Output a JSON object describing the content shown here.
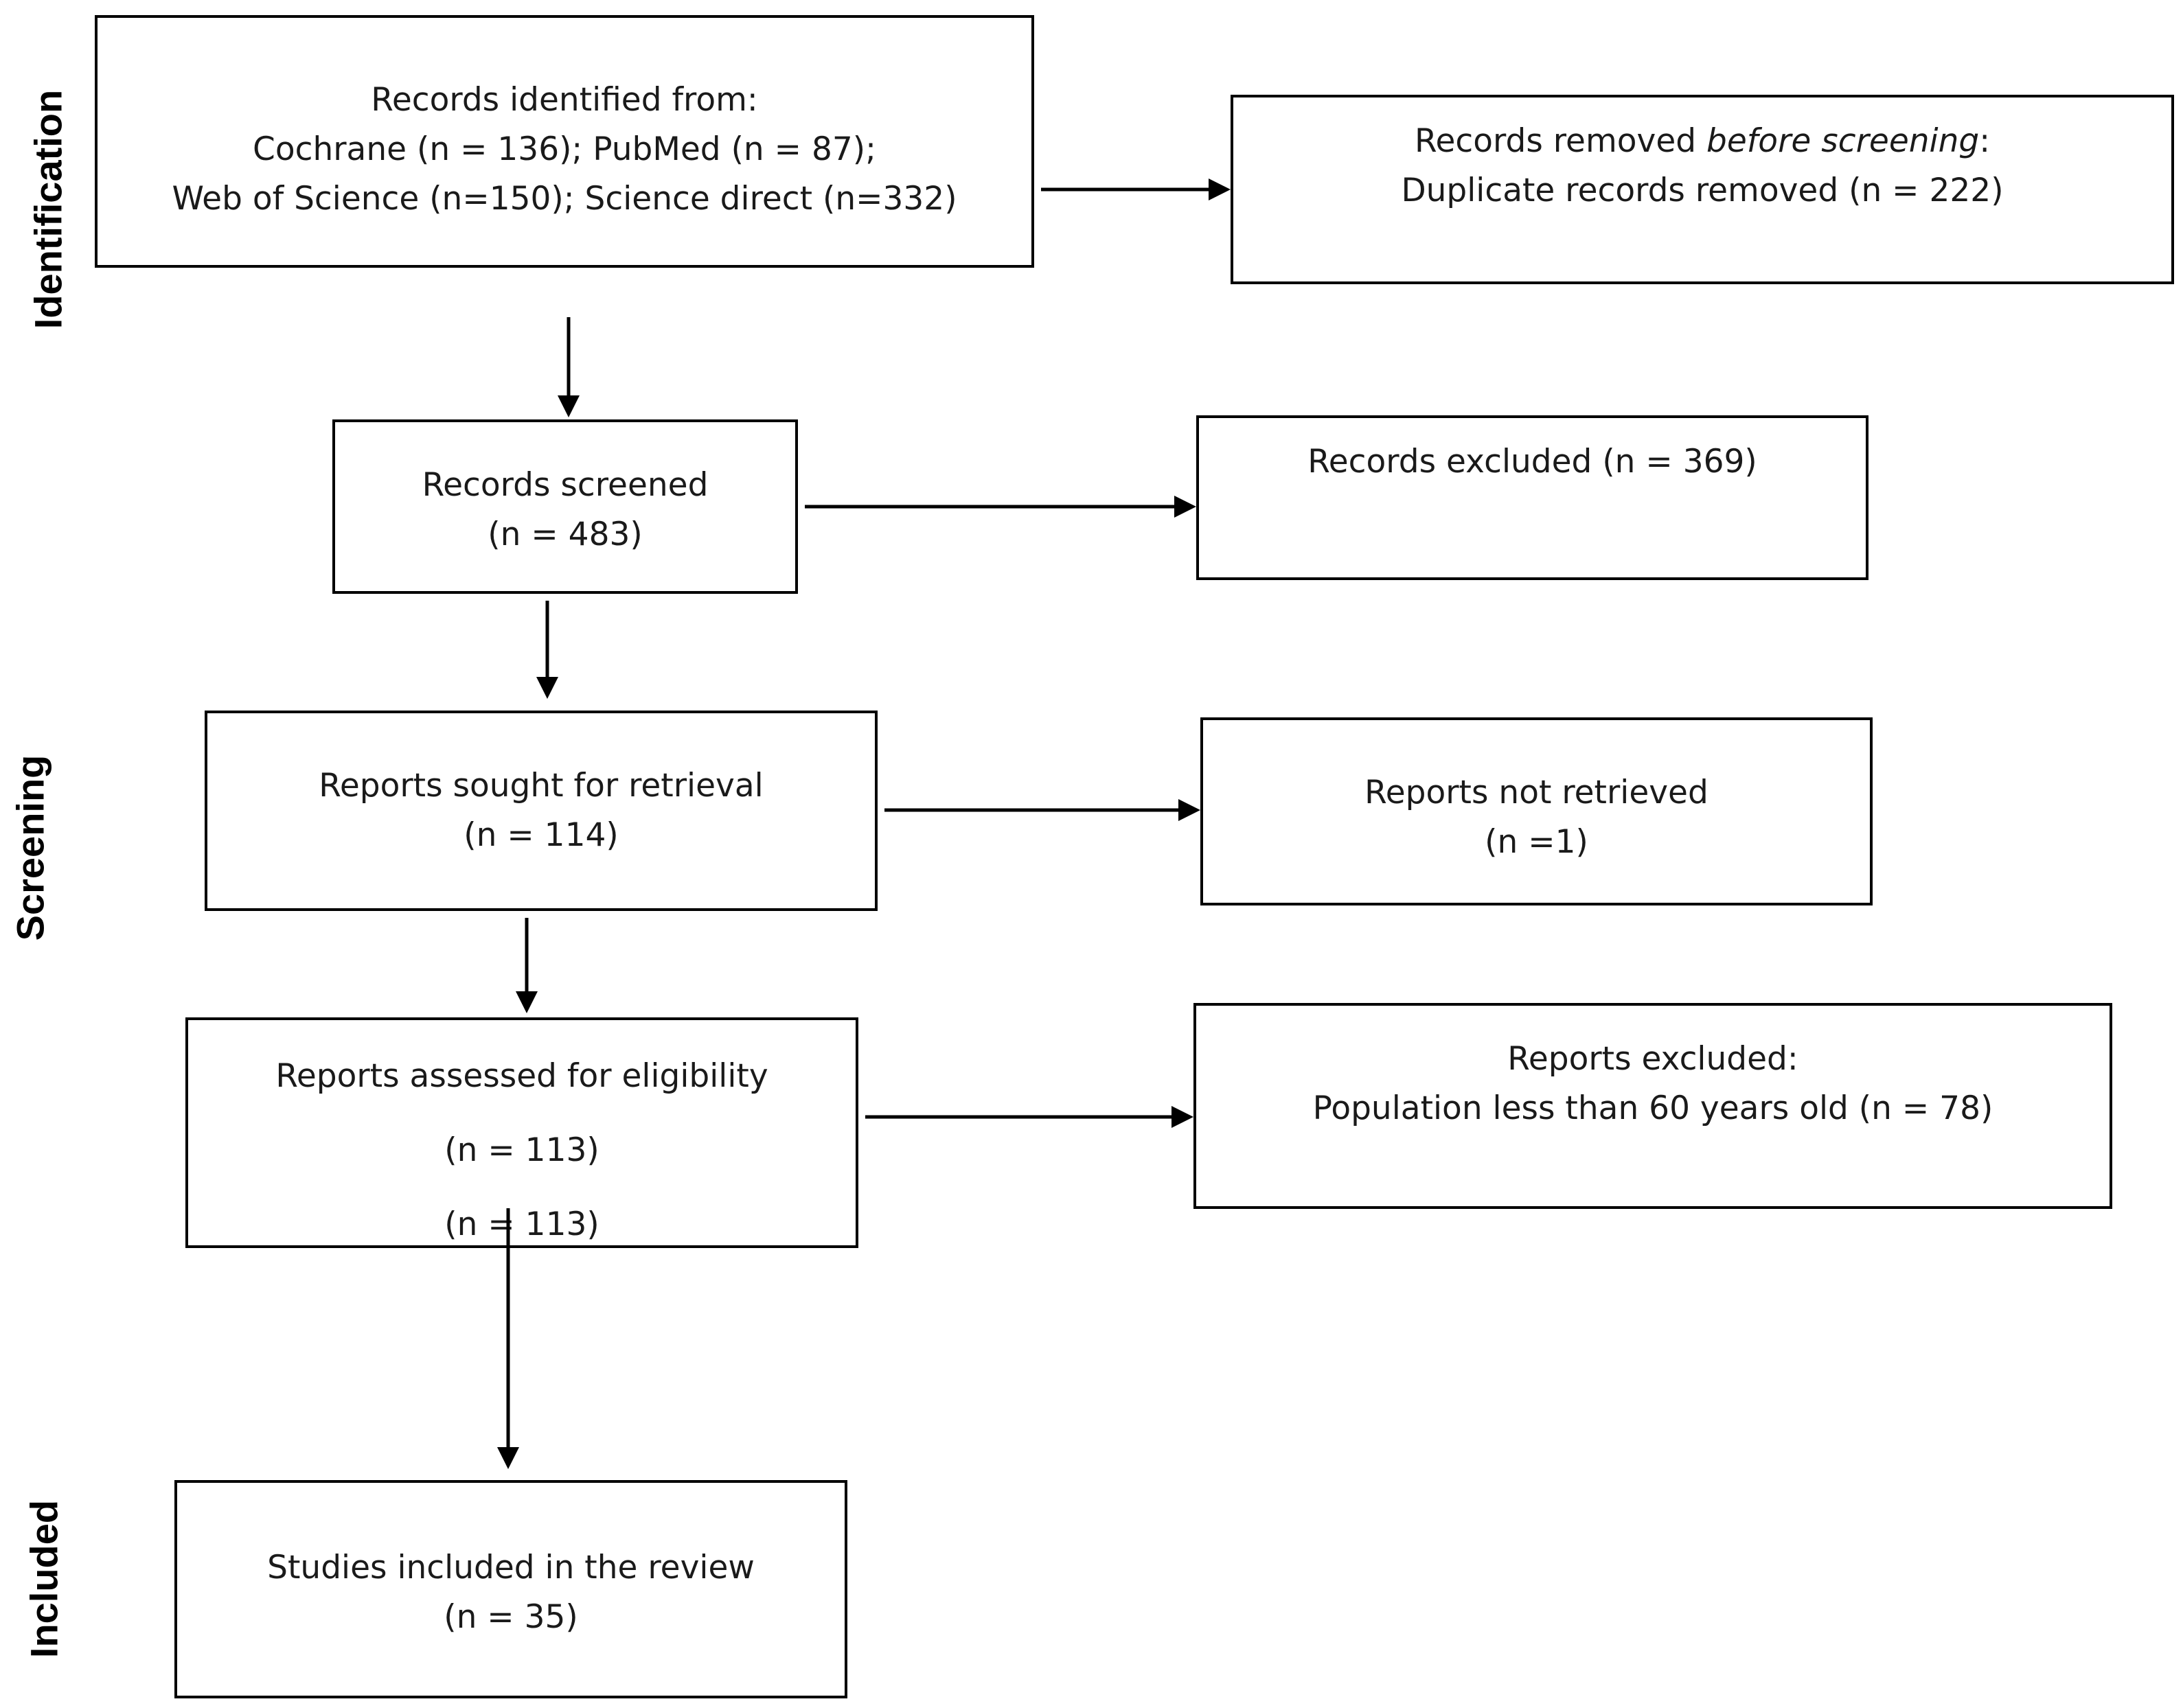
{
  "phases": {
    "identification": "Identification",
    "screening": "Screening",
    "included": "Included"
  },
  "boxes": {
    "identified": {
      "line1": "Records identified from:",
      "line2": "Cochrane (n = 136); PubMed (n = 87);",
      "line3": "Web of Science (n=150); Science direct (n=332)"
    },
    "removed": {
      "line1_prefix": "Records removed ",
      "line1_italic": "before screening",
      "line1_suffix": ":",
      "line2": "Duplicate records removed (n = 222)"
    },
    "screened": {
      "line1": "Records screened",
      "line2": "(n = 483)"
    },
    "excluded_records": {
      "line1": "Records excluded (n = 369)"
    },
    "sought": {
      "line1": "Reports sought for retrieval",
      "line2": "(n = 114)"
    },
    "not_retrieved": {
      "line1": "Reports not retrieved",
      "line2": "(n =1)"
    },
    "assessed": {
      "line1": "Reports assessed for eligibility",
      "line2": "(n = 113)",
      "line3": "(n = 113)"
    },
    "excluded_reports": {
      "line1": "Reports excluded:",
      "line2": "Population less than 60 years old (n = 78)"
    },
    "included": {
      "line1": "Studies included in the review",
      "line2": "(n = 35)"
    }
  }
}
